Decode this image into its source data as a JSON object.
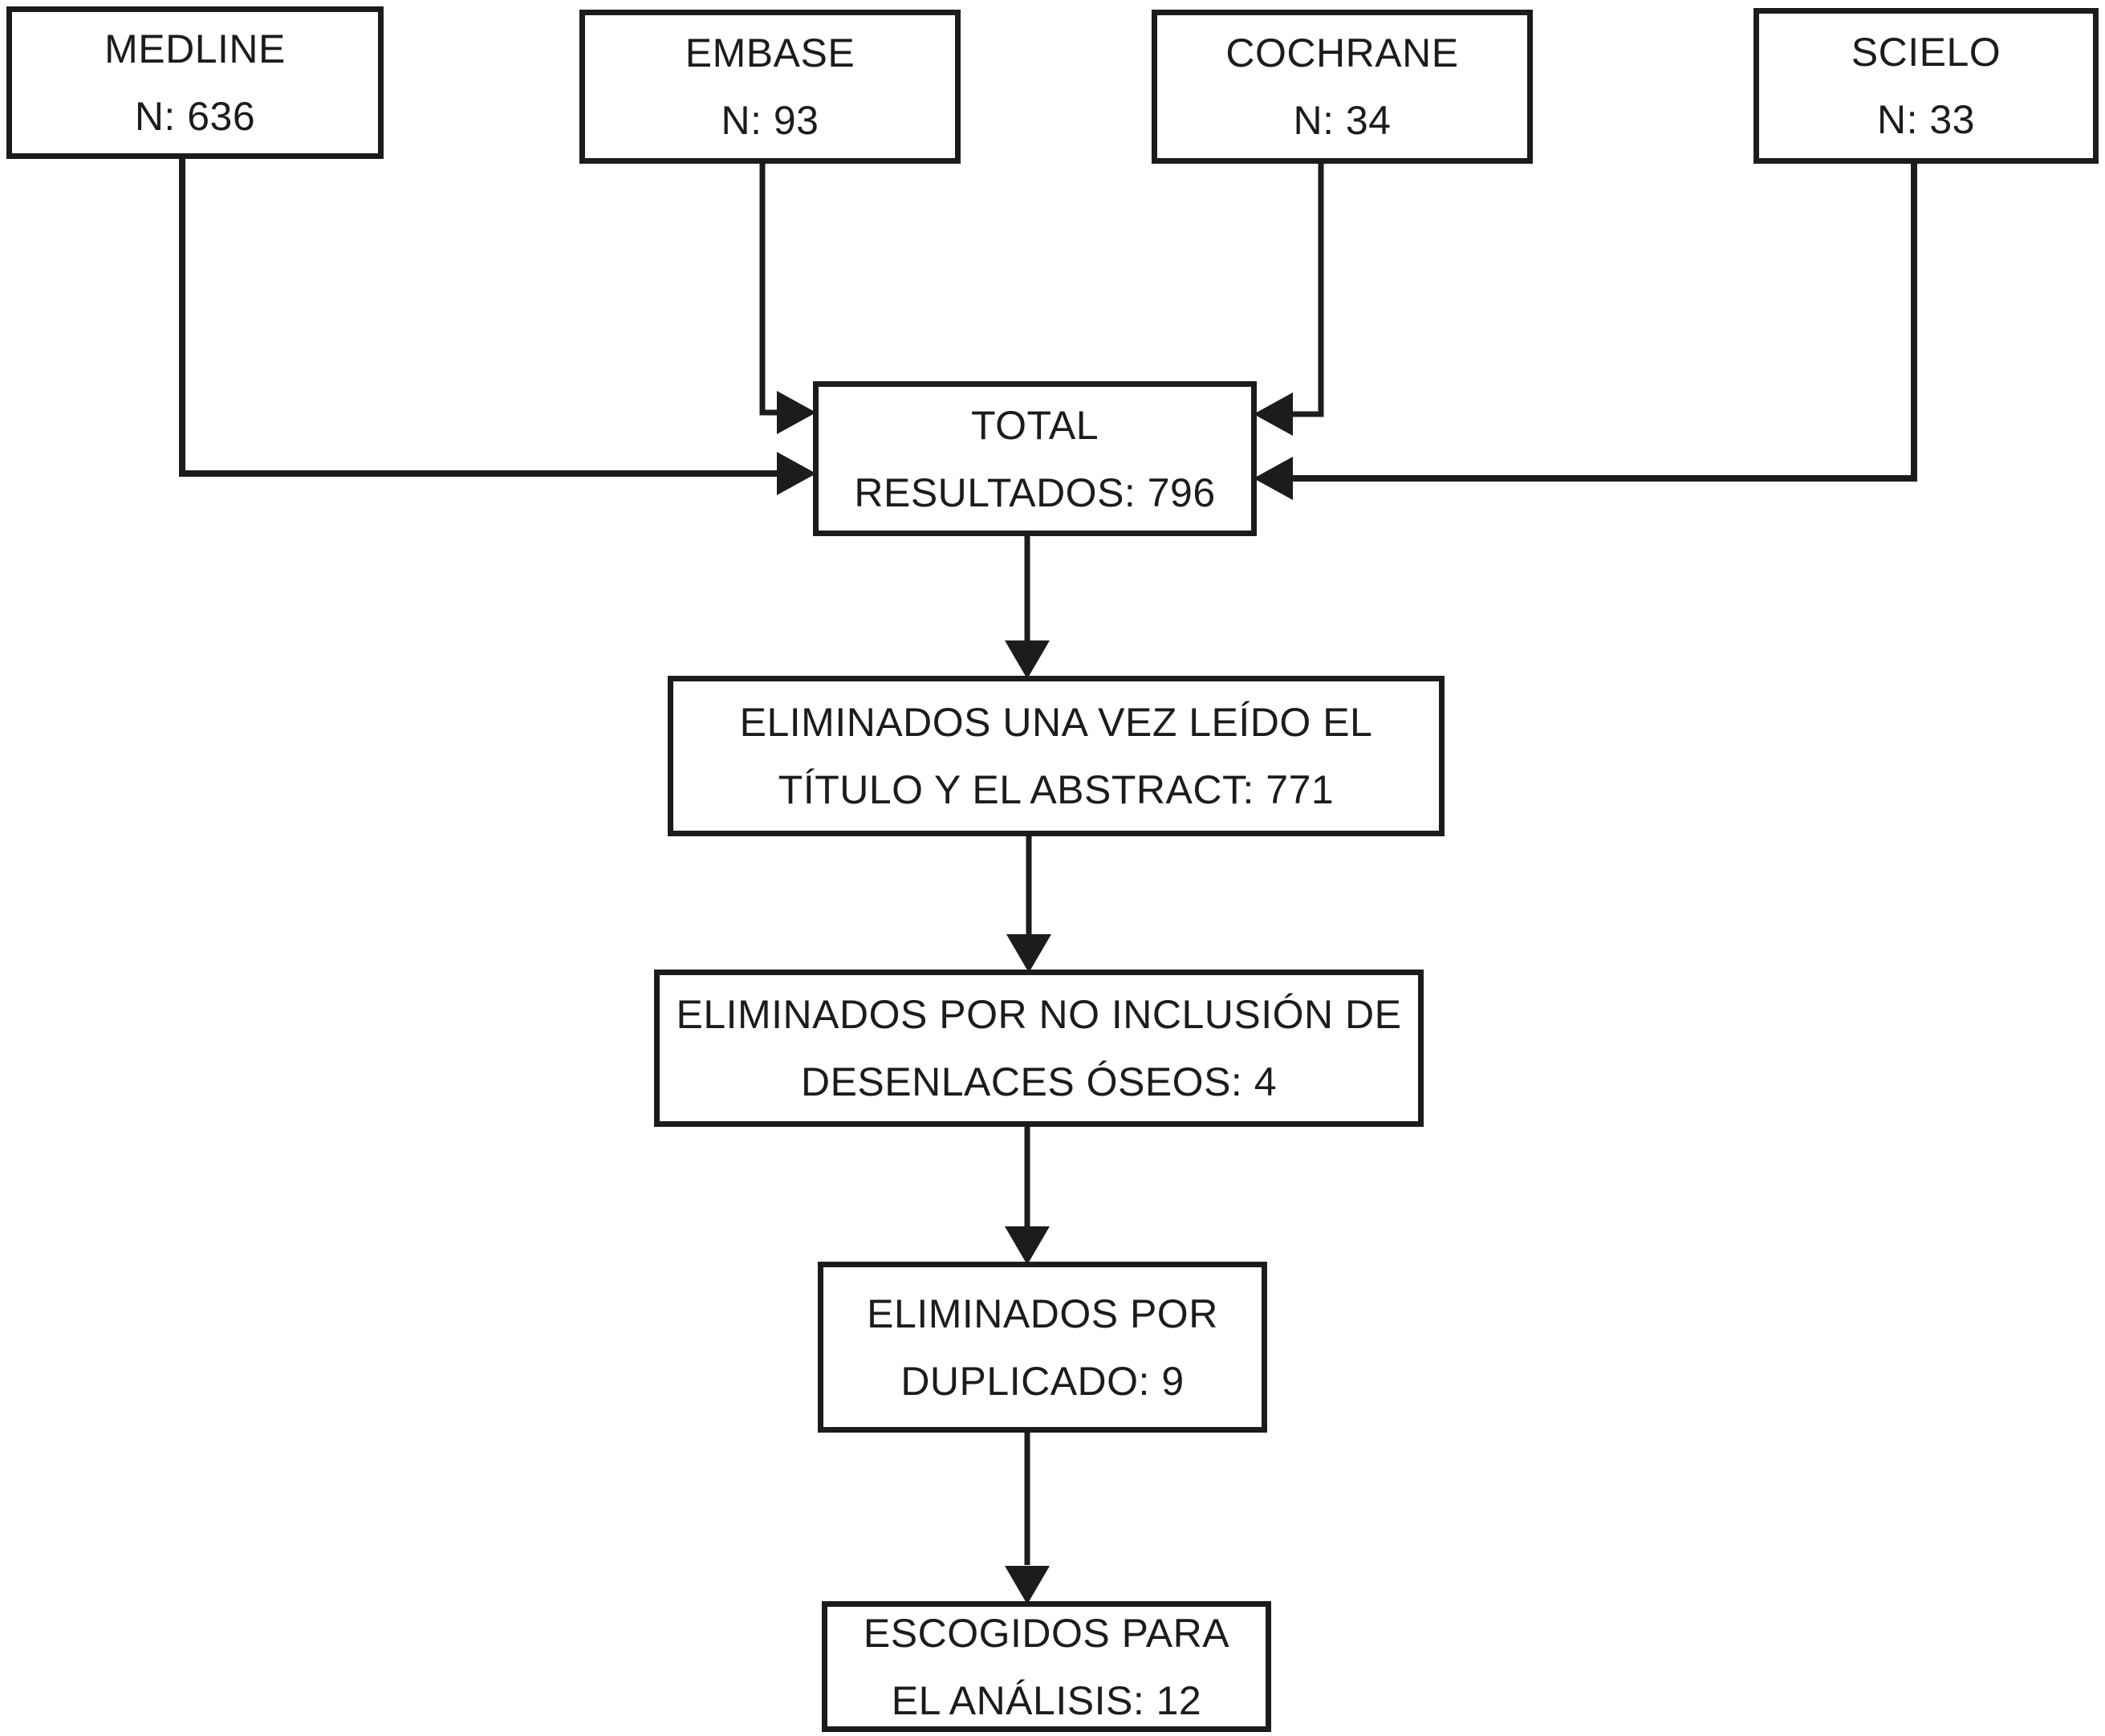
{
  "flowchart": {
    "description": "Study selection flow diagram (systematic review, Spanish)",
    "colors": {
      "background": "#ffffff",
      "line": "#1c1c1c",
      "text": "#1c1c1c",
      "box_fill": "#ffffff"
    },
    "nodes": {
      "medline": {
        "line1": "MEDLINE",
        "line2": "N: 636",
        "n": 636
      },
      "embase": {
        "line1": "EMBASE",
        "line2": "N: 93",
        "n": 93
      },
      "cochrane": {
        "line1": "COCHRANE",
        "line2": "N: 34",
        "n": 34
      },
      "scielo": {
        "line1": "SCIELO",
        "line2": "N: 33",
        "n": 33
      },
      "total": {
        "line1": "TOTAL",
        "line2": "RESULTADOS: 796",
        "n": 796
      },
      "excluded_title_abstract": {
        "line1": "ELIMINADOS UNA VEZ LEÍDO EL",
        "line2": "TÍTULO Y EL ABSTRACT: 771",
        "n": 771
      },
      "excluded_bone_outcomes": {
        "line1": "ELIMINADOS POR NO INCLUSIÓN DE",
        "line2": "DESENLACES ÓSEOS: 4",
        "n": 4
      },
      "excluded_duplicates": {
        "line1": "ELIMINADOS POR",
        "line2": "DUPLICADO: 9",
        "n": 9
      },
      "selected_for_analysis": {
        "line1": "ESCOGIDOS PARA",
        "line2": "EL ANÁLISIS: 12",
        "n": 12
      }
    },
    "edges": [
      {
        "from": "medline",
        "to": "total"
      },
      {
        "from": "embase",
        "to": "total"
      },
      {
        "from": "cochrane",
        "to": "total"
      },
      {
        "from": "scielo",
        "to": "total"
      },
      {
        "from": "total",
        "to": "excluded_title_abstract"
      },
      {
        "from": "excluded_title_abstract",
        "to": "excluded_bone_outcomes"
      },
      {
        "from": "excluded_bone_outcomes",
        "to": "excluded_duplicates"
      },
      {
        "from": "excluded_duplicates",
        "to": "selected_for_analysis"
      }
    ]
  }
}
